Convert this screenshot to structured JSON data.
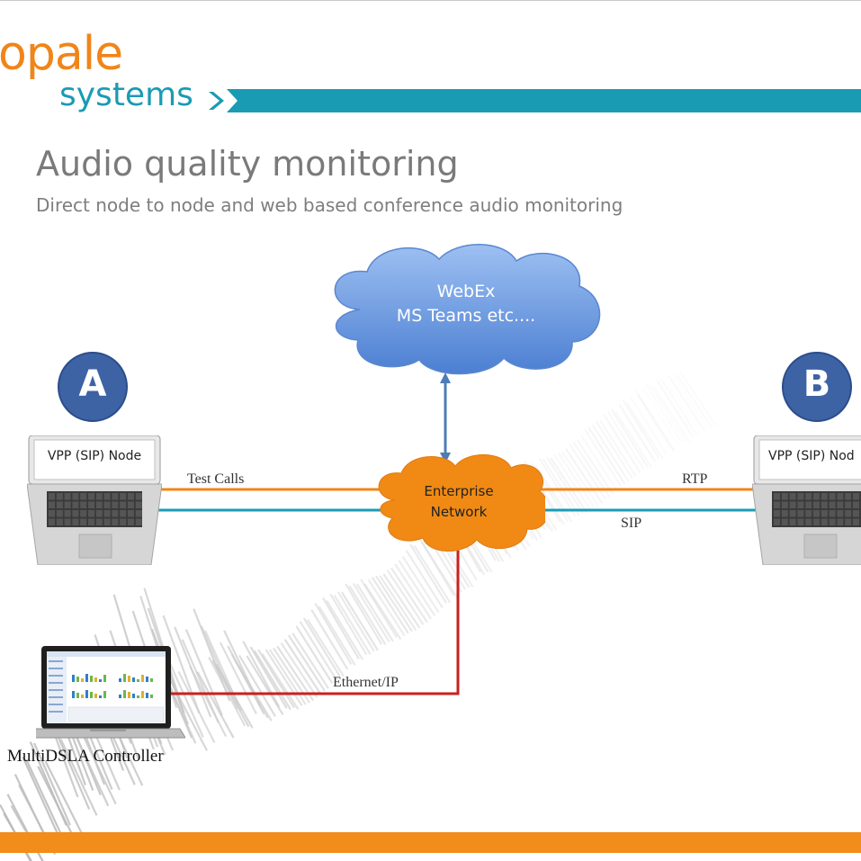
{
  "logo": {
    "name": "opale",
    "tagline": "systems"
  },
  "heading": {
    "title": "Audio quality monitoring",
    "subtitle": "Direct node to node and web based conference audio monitoring"
  },
  "cloud": {
    "line1": "WebEx",
    "line2": "MS Teams etc...."
  },
  "network": {
    "line1": "Enterprise",
    "line2": "Network"
  },
  "node_a": {
    "badge": "A",
    "screen_label": "VPP (SIP) Node"
  },
  "node_b": {
    "badge": "B",
    "screen_label": "VPP (SIP) Nod"
  },
  "links": {
    "test_calls": "Test Calls",
    "rtp": "RTP",
    "sip": "SIP",
    "ethernet": "Ethernet/IP"
  },
  "controller": {
    "label": "MultiDSLA Controller"
  },
  "colors": {
    "orange": "#f08519",
    "teal": "#1a9bb4",
    "red": "#cc1f1f",
    "badge_blue": "#3d63a5",
    "cloud_blue": "#6f9ce6",
    "footer_orange": "#f28c1a"
  },
  "icons": [
    "cloud-icon",
    "network-cloud-icon",
    "laptop-icon",
    "controller-laptop-icon",
    "arrow-icon"
  ]
}
